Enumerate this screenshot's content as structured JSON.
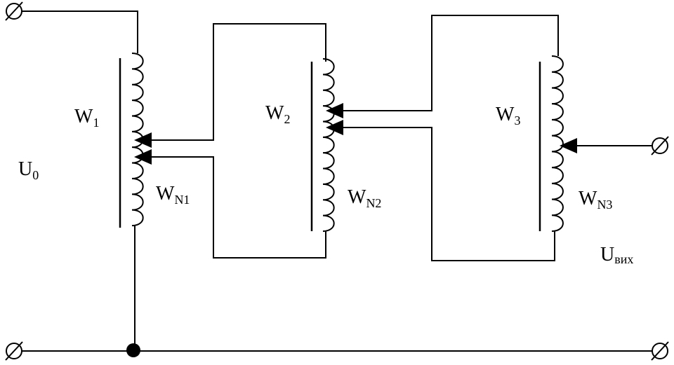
{
  "labels": {
    "input_voltage": {
      "main": "U",
      "sub": "0"
    },
    "output_voltage": {
      "main": "U",
      "sub": "вих"
    },
    "winding_1": {
      "main": "W",
      "sub": "1"
    },
    "winding_2": {
      "main": "W",
      "sub": "2"
    },
    "winding_3": {
      "main": "W",
      "sub": "3"
    },
    "tap_1": {
      "main": "W",
      "sub": "N1"
    },
    "tap_2": {
      "main": "W",
      "sub": "N2"
    },
    "tap_3": {
      "main": "W",
      "sub": "N3"
    }
  }
}
